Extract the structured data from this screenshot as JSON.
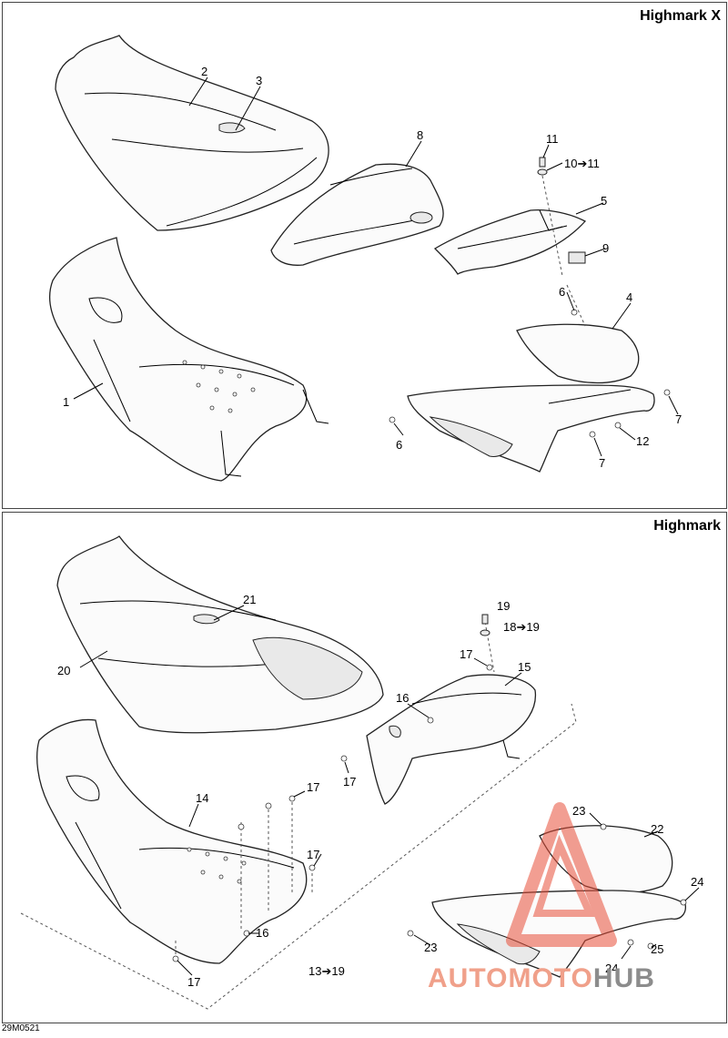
{
  "panels": {
    "top": {
      "title": "Highmark X",
      "callouts": {
        "c1": "1",
        "c2": "2",
        "c3": "3",
        "c4": "4",
        "c5": "5",
        "c6a": "6",
        "c6b": "6",
        "c7a": "7",
        "c7b": "7",
        "c8": "8",
        "c9": "9",
        "c10": "10➔11",
        "c11": "11",
        "c12": "12"
      }
    },
    "bottom": {
      "title": "Highmark",
      "callouts": {
        "c13": "13➔19",
        "c14": "14",
        "c15": "15",
        "c16a": "16",
        "c16b": "16",
        "c17a": "17",
        "c17b": "17",
        "c17c": "17",
        "c17d": "17",
        "c17e": "17",
        "c18": "18➔19",
        "c19": "19",
        "c20": "20",
        "c21": "21",
        "c22": "22",
        "c23a": "23",
        "c23b": "23",
        "c24a": "24",
        "c24b": "24",
        "c25": "25"
      }
    }
  },
  "drawing_code": "29M0521",
  "watermark": {
    "part1": "AUTOMOTO",
    "part2": "HUB"
  },
  "colors": {
    "watermark_accent": "#e8503a",
    "watermark_gray": "#8c8c8c"
  },
  "icons": {
    "watermark_logo": "warning-triangle-icon"
  }
}
